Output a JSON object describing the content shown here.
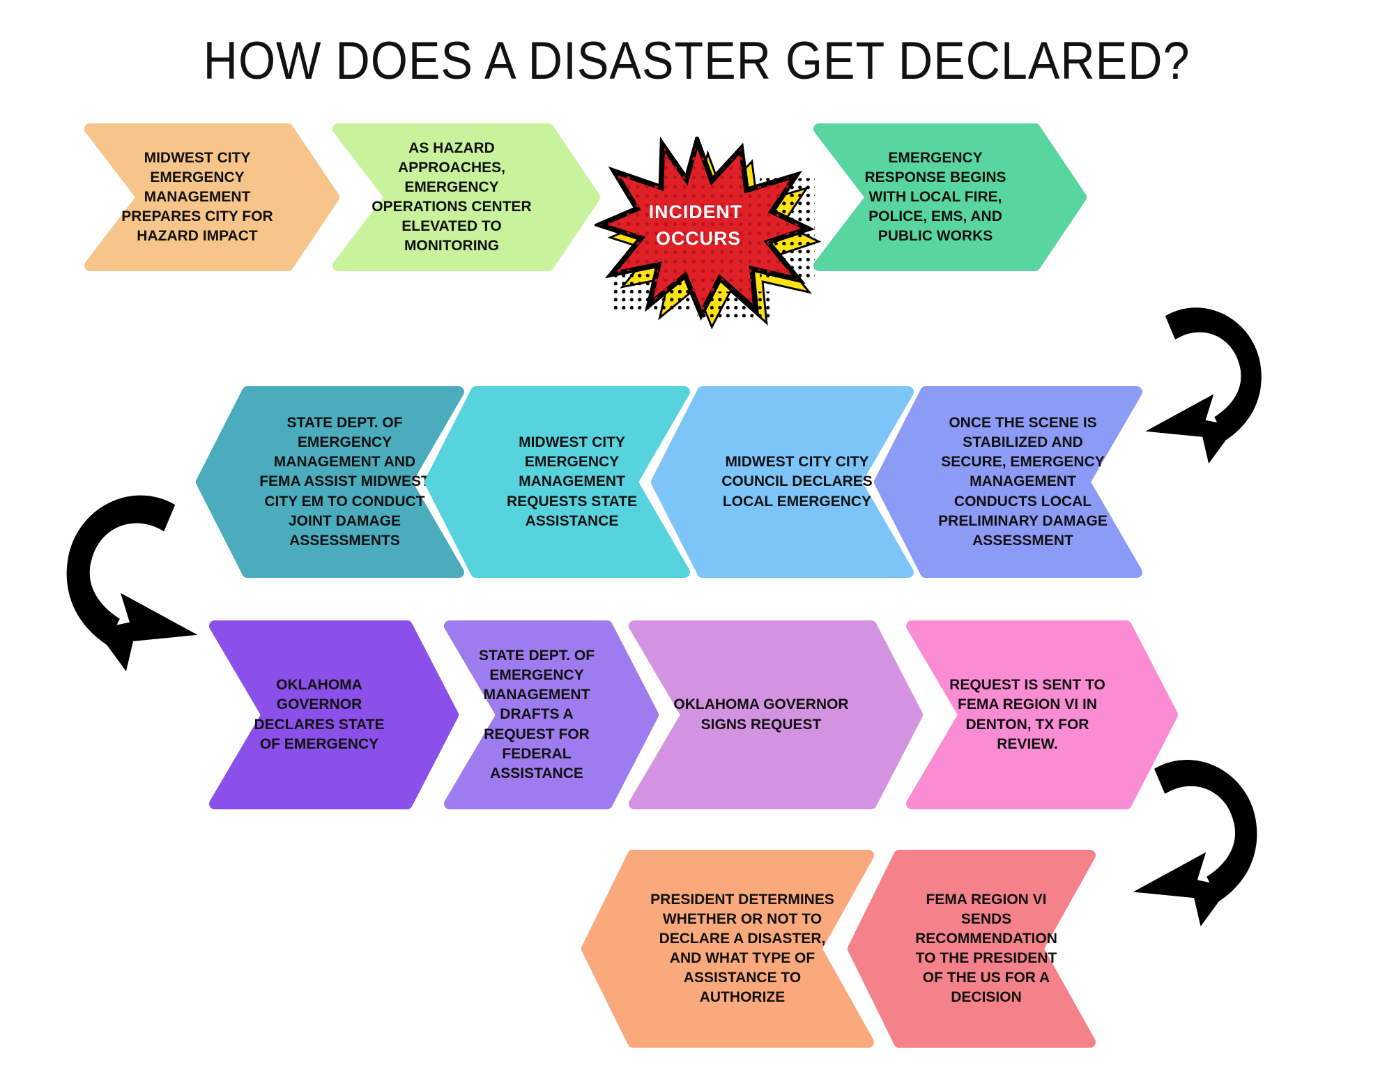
{
  "title": "HOW DOES A DISASTER GET DECLARED?",
  "incident": {
    "line1": "INCIDENT",
    "line2": "OCCURS",
    "burst_red": "#df2127",
    "burst_yellow": "#ffe312",
    "outline": "#000000",
    "halftone_red": "#b81320"
  },
  "connector_color": "#000000",
  "steps": [
    {
      "id": "prepare",
      "text": "MIDWEST CITY EMERGENCY MANAGEMENT PREPARES CITY FOR HAZARD IMPACT",
      "color": "#f7c489"
    },
    {
      "id": "eoc-monitoring",
      "text": "AS HAZARD APPROACHES, EMERGENCY OPERATIONS CENTER ELEVATED TO MONITORING",
      "color": "#c9f29d"
    },
    {
      "id": "response-begins",
      "text": "EMERGENCY RESPONSE BEGINS WITH LOCAL FIRE, POLICE, EMS, AND PUBLIC WORKS",
      "color": "#59d69f"
    },
    {
      "id": "local-pda",
      "text": "ONCE THE SCENE IS STABILIZED AND SECURE, EMERGENCY MANAGEMENT CONDUCTS LOCAL PRELIMINARY DAMAGE ASSESSMENT",
      "color": "#8c9bf5"
    },
    {
      "id": "council-declares",
      "text": "MIDWEST CITY CITY COUNCIL DECLARES LOCAL EMERGENCY",
      "color": "#7dc5f8"
    },
    {
      "id": "request-state",
      "text": "MIDWEST CITY EMERGENCY MANAGEMENT REQUESTS STATE ASSISTANCE",
      "color": "#57d3de"
    },
    {
      "id": "joint-assessments",
      "text": "STATE DEPT. OF EMERGENCY MANAGEMENT AND FEMA ASSIST MIDWEST CITY EM TO CONDUCT JOINT DAMAGE ASSESSMENTS",
      "color": "#4bacbe"
    },
    {
      "id": "governor-declares",
      "text": "OKLAHOMA GOVERNOR DECLARES STATE OF EMERGENCY",
      "color": "#8a50e9"
    },
    {
      "id": "draft-request",
      "text": "STATE DEPT. OF EMERGENCY MANAGEMENT DRAFTS A REQUEST FOR FEDERAL ASSISTANCE",
      "color": "#9e7bef"
    },
    {
      "id": "governor-signs",
      "text": "OKLAHOMA GOVERNOR SIGNS REQUEST",
      "color": "#d493e1"
    },
    {
      "id": "fema-review",
      "text": "REQUEST IS SENT TO FEMA REGION VI IN DENTON, TX FOR REVIEW.",
      "color": "#f98cd3"
    },
    {
      "id": "fema-recommendation",
      "text": "FEMA REGION VI SENDS RECOMMENDATION TO THE PRESIDENT OF THE US FOR A DECISION",
      "color": "#f5828a"
    },
    {
      "id": "president-decides",
      "text": "PRESIDENT DETERMINES WHETHER OR NOT TO DECLARE A DISASTER, AND WHAT TYPE OF ASSISTANCE TO AUTHORIZE",
      "color": "#f9a97c"
    }
  ]
}
